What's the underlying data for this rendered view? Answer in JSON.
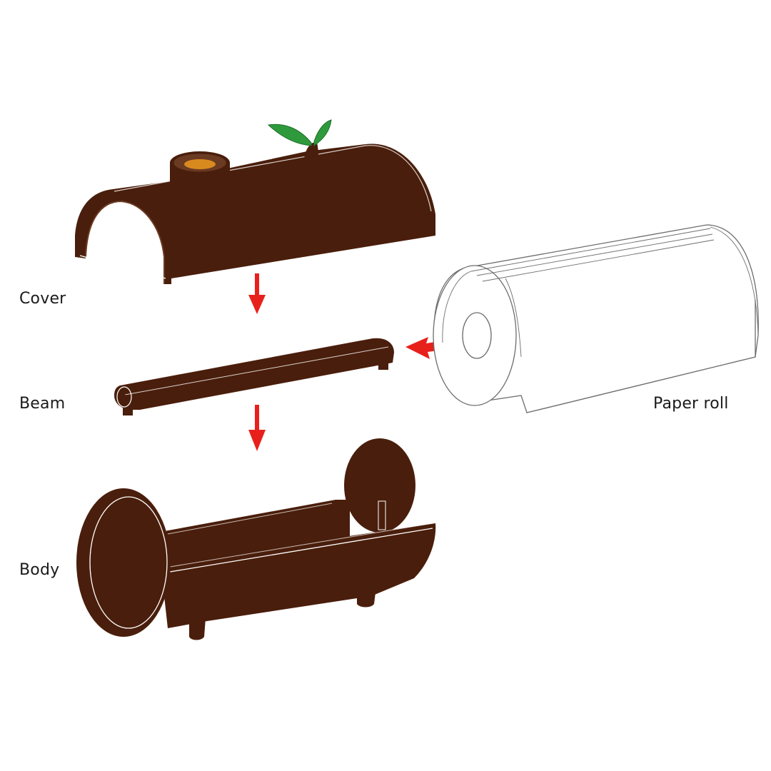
{
  "labels": {
    "cover": "Cover",
    "beam": "Beam",
    "body": "Body",
    "paper_roll": "Paper roll"
  },
  "colors": {
    "wood": "#4a1e0c",
    "wood_highlight": "#6b3a22",
    "leaf": "#2e9a3c",
    "arrow": "#e8201c",
    "paper_stroke": "#6d6d6d",
    "paper_fill": "#ffffff",
    "hole": "#d98a1e"
  }
}
